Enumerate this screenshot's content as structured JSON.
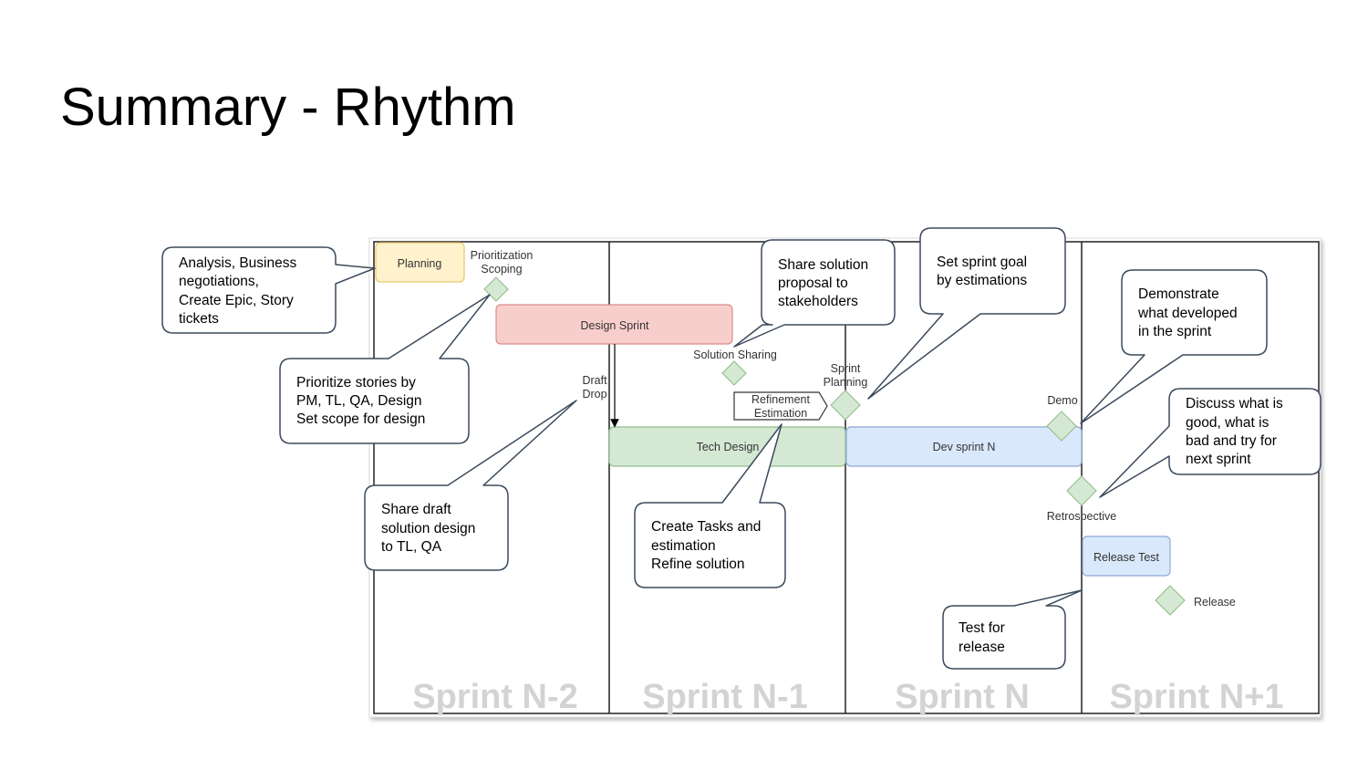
{
  "slide": {
    "title": "Summary - Rhythm"
  },
  "sprints": [
    "Sprint N-2",
    "Sprint N-1",
    "Sprint N",
    "Sprint N+1"
  ],
  "activities": {
    "planning": "Planning",
    "design_sprint": "Design Sprint",
    "tech_design": "Tech Design",
    "dev_sprint": "Dev sprint N",
    "release_test": "Release Test"
  },
  "milestones": {
    "prioritization": [
      "Prioritization",
      "Scoping"
    ],
    "draft_drop": [
      "Draft",
      "Drop"
    ],
    "solution_sharing": "Solution Sharing",
    "refinement": [
      "Refinement",
      "Estimation"
    ],
    "sprint_planning": [
      "Sprint",
      "Planning"
    ],
    "demo": "Demo",
    "retrospective": "Retrospective",
    "release": "Release"
  },
  "callouts": {
    "analysis": [
      "Analysis, Business",
      "negotiations,",
      "Create Epic, Story",
      "tickets"
    ],
    "prioritize": [
      "Prioritize stories by",
      "PM, TL, QA, Design",
      "Set scope for design"
    ],
    "share_draft": [
      "Share draft",
      "solution design",
      "to TL, QA"
    ],
    "create_tasks": [
      "Create Tasks and",
      "estimation",
      "Refine solution"
    ],
    "share_solution": [
      "Share solution",
      "proposal to",
      "stakeholders"
    ],
    "sprint_goal": [
      "Set sprint goal",
      "by estimations"
    ],
    "demonstrate": [
      "Demonstrate",
      "what developed",
      "in the sprint"
    ],
    "discuss": [
      "Discuss what is",
      "good, what is",
      "bad and try for",
      "next sprint"
    ],
    "test_release": [
      "Test for",
      "release"
    ]
  },
  "colors": {
    "planning_fill": "#fff2cc",
    "planning_stroke": "#e6c96a",
    "design_fill": "#f8cecc",
    "design_stroke": "#d98c8a",
    "tech_fill": "#d5e8d4",
    "tech_stroke": "#8fbf8a",
    "dev_fill": "#dae8fc",
    "dev_stroke": "#8ea8d4",
    "diamond_fill": "#d5e8d4",
    "diamond_stroke": "#98c190",
    "callout_stroke": "#3b4a5c"
  }
}
